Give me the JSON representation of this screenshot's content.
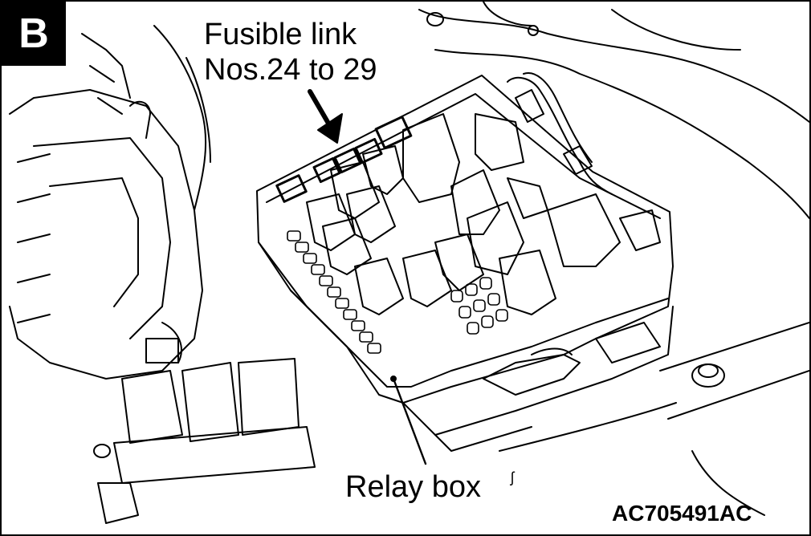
{
  "figure": {
    "panel_badge": "B",
    "callout_fusible_line1": "Fusible link",
    "callout_fusible_line2": "Nos.24 to 29",
    "callout_relay_box": "Relay box",
    "figure_code": "AC705491AC",
    "stray_mark": "ʃ"
  },
  "colors": {
    "ink": "#000000",
    "paper": "#ffffff"
  }
}
